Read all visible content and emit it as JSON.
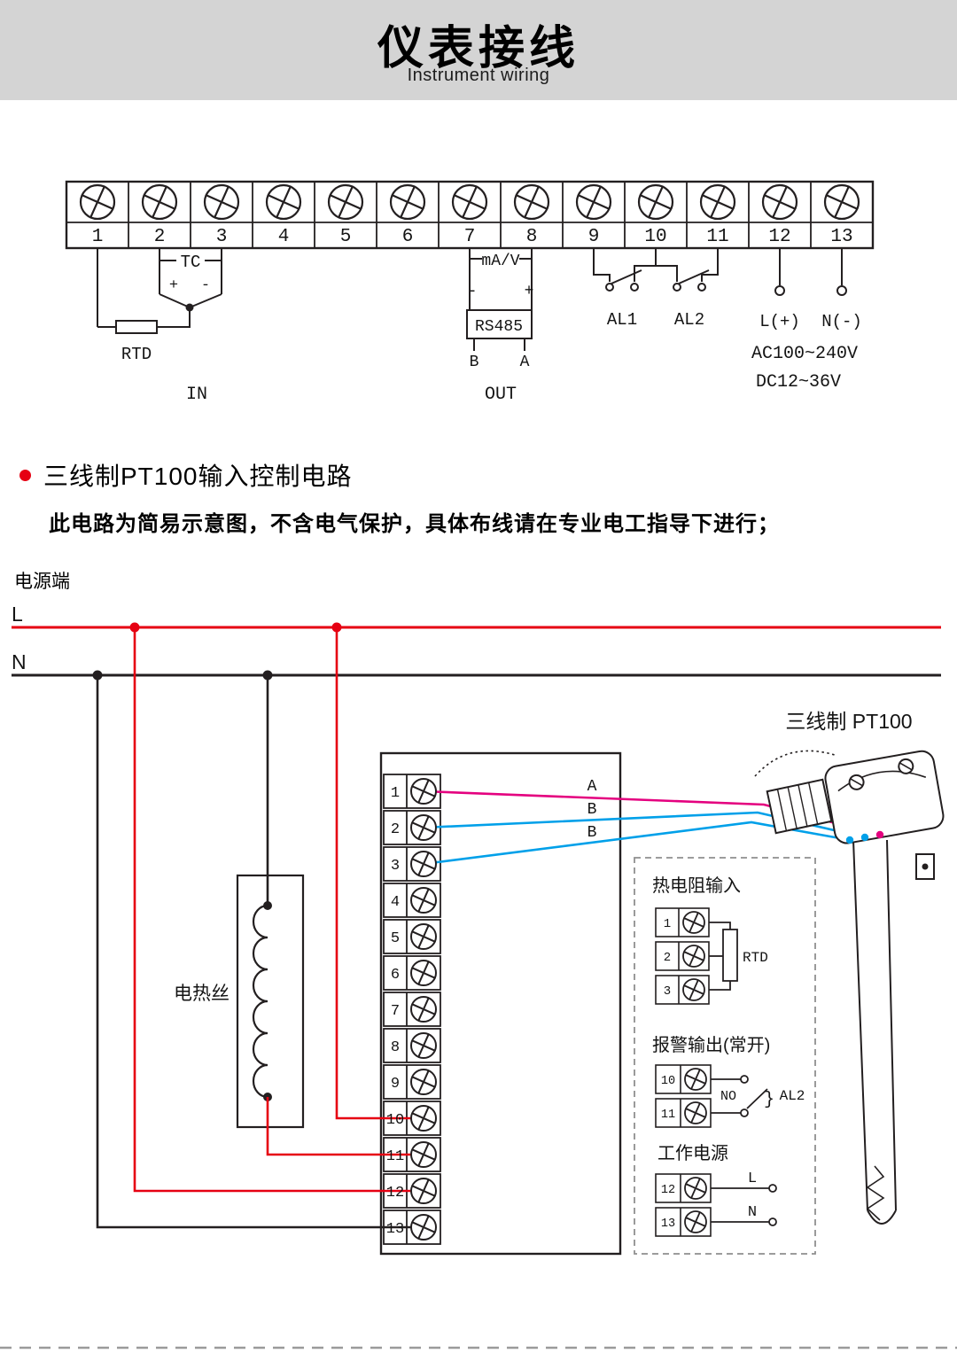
{
  "header": {
    "title": "仪表接线",
    "subtitle": "Instrument wiring"
  },
  "top_block": {
    "terminals": [
      "1",
      "2",
      "3",
      "4",
      "5",
      "6",
      "7",
      "8",
      "9",
      "10",
      "11",
      "12",
      "13"
    ],
    "tc_label": "TC",
    "tc_plus": "+",
    "tc_minus": "-",
    "rtd_label": "RTD",
    "in_label": "IN",
    "mav_label": "mA/V",
    "mav_minus": "-",
    "mav_plus": "+",
    "rs485_label": "RS485",
    "rs485_b": "B",
    "rs485_a": "A",
    "out_label": "OUT",
    "al1_label": "AL1",
    "al2_label": "AL2",
    "l_label": "L(+)",
    "n_label": "N(-)",
    "ac_label": "AC100~240V",
    "dc_label": "DC12~36V"
  },
  "section": {
    "title": "三线制PT100输入控制电路",
    "note": "此电路为简易示意图，不含电气保护，具体布线请在专业电工指导下进行；",
    "power_terminal_label": "电源端"
  },
  "circuit": {
    "l_label": "L",
    "n_label": "N",
    "heater_label": "电热丝",
    "sensor_label": "三线制 PT100",
    "wire_labels": [
      "A",
      "B",
      "B"
    ],
    "strip_terminals": [
      "1",
      "2",
      "3",
      "4",
      "5",
      "6",
      "7",
      "8",
      "9",
      "10",
      "11",
      "12",
      "13"
    ],
    "detail": {
      "rtd_title": "热电阻输入",
      "rtd_terminals": [
        "1",
        "2",
        "3"
      ],
      "rtd_label": "RTD",
      "alarm_title": "报警输出(常开)",
      "alarm_terminals": [
        "10",
        "11"
      ],
      "no_label": "NO",
      "brace": "}",
      "al2_label": "AL2",
      "power_title": "工作电源",
      "power_terminals": [
        "12",
        "13"
      ],
      "l_label": "L",
      "n_label": "N"
    }
  },
  "colors": {
    "accent_red": "#e60012",
    "wire_magenta": "#e4007f",
    "wire_blue": "#00a0e9",
    "header_bg": "#d4d4d4",
    "line_black": "#231f20"
  }
}
